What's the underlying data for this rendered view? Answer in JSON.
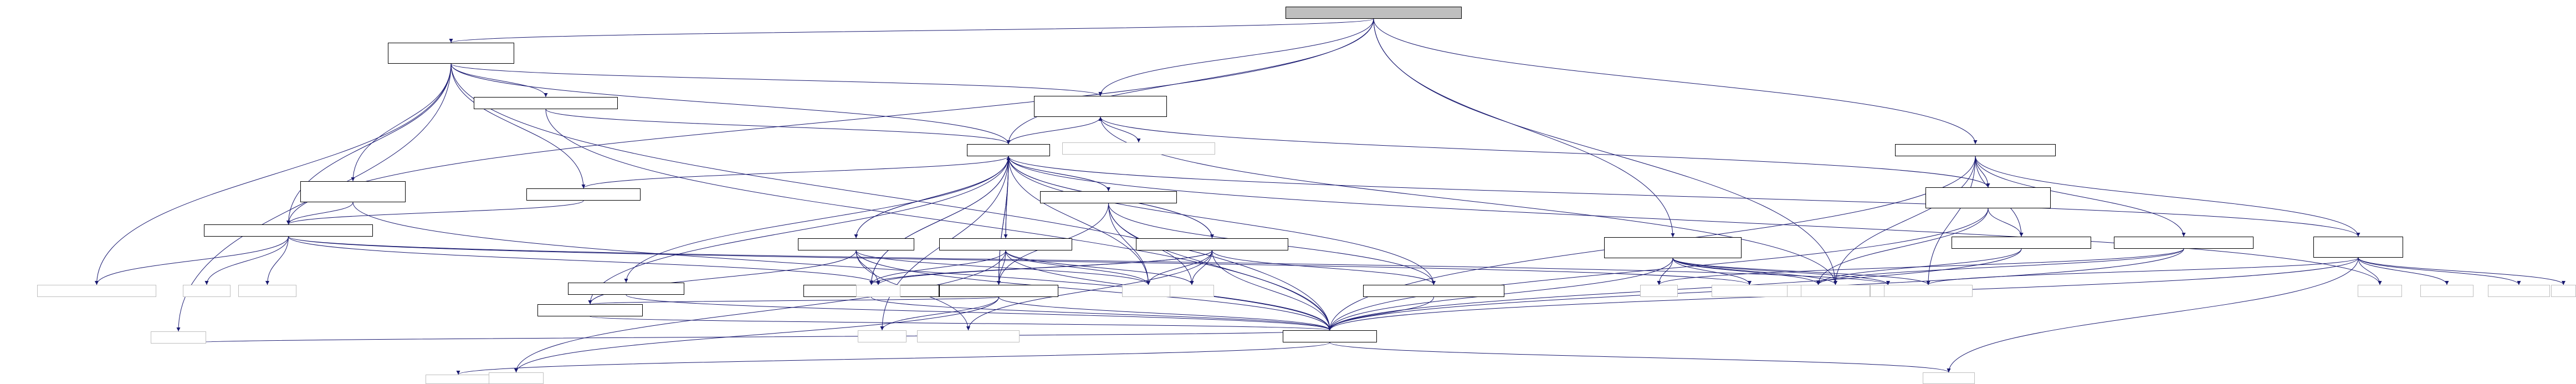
{
  "graph": {
    "colors": {
      "edge": "#191970",
      "root_fill": "#bfbfbf",
      "doc_border": "#000000",
      "ext_border": "#bfbfbf",
      "background": "#ffffff"
    },
    "nodes": [
      {
        "id": "n0",
        "kind": "root",
        "label": ""
      },
      {
        "id": "n1",
        "kind": "doc",
        "label": ""
      },
      {
        "id": "n2",
        "kind": "doc",
        "label": ""
      },
      {
        "id": "n3",
        "kind": "doc",
        "label": ""
      },
      {
        "id": "n4",
        "kind": "doc",
        "label": ""
      },
      {
        "id": "n5",
        "kind": "doc",
        "label": ""
      },
      {
        "id": "n6",
        "kind": "doc",
        "label": ""
      },
      {
        "id": "n7",
        "kind": "doc",
        "label": ""
      },
      {
        "id": "n8",
        "kind": "doc",
        "label": ""
      },
      {
        "id": "n9",
        "kind": "doc",
        "label": ""
      },
      {
        "id": "n10",
        "kind": "doc",
        "label": ""
      },
      {
        "id": "n11",
        "kind": "doc",
        "label": ""
      },
      {
        "id": "n12",
        "kind": "doc",
        "label": ""
      },
      {
        "id": "n13",
        "kind": "doc",
        "label": ""
      },
      {
        "id": "n14",
        "kind": "doc",
        "label": ""
      },
      {
        "id": "n15",
        "kind": "doc",
        "label": ""
      },
      {
        "id": "n16",
        "kind": "doc",
        "label": ""
      },
      {
        "id": "n17",
        "kind": "doc",
        "label": ""
      },
      {
        "id": "n18",
        "kind": "doc",
        "label": ""
      },
      {
        "id": "n19",
        "kind": "doc",
        "label": ""
      },
      {
        "id": "n20",
        "kind": "doc",
        "label": ""
      },
      {
        "id": "n21",
        "kind": "doc",
        "label": ""
      },
      {
        "id": "n22",
        "kind": "doc",
        "label": ""
      },
      {
        "id": "n23",
        "kind": "doc",
        "label": ""
      },
      {
        "id": "n24",
        "kind": "ext",
        "label": ""
      },
      {
        "id": "n25",
        "kind": "ext",
        "label": ""
      },
      {
        "id": "n26",
        "kind": "ext",
        "label": ""
      },
      {
        "id": "n27",
        "kind": "ext",
        "label": ""
      },
      {
        "id": "n28",
        "kind": "ext",
        "label": ""
      },
      {
        "id": "n29",
        "kind": "ext",
        "label": ""
      },
      {
        "id": "n30",
        "kind": "ext",
        "label": ""
      },
      {
        "id": "n31",
        "kind": "ext",
        "label": ""
      },
      {
        "id": "n32",
        "kind": "ext",
        "label": ""
      },
      {
        "id": "n33",
        "kind": "ext",
        "label": ""
      },
      {
        "id": "n34",
        "kind": "ext",
        "label": ""
      },
      {
        "id": "n35",
        "kind": "ext",
        "label": ""
      },
      {
        "id": "n36",
        "kind": "ext",
        "label": ""
      },
      {
        "id": "n37",
        "kind": "ext",
        "label": ""
      },
      {
        "id": "n38",
        "kind": "ext",
        "label": ""
      },
      {
        "id": "n39",
        "kind": "ext",
        "label": ""
      },
      {
        "id": "n40",
        "kind": "ext",
        "label": ""
      },
      {
        "id": "n41",
        "kind": "ext",
        "label": ""
      },
      {
        "id": "n42",
        "kind": "ext",
        "label": ""
      },
      {
        "id": "n43",
        "kind": "ext",
        "label": ""
      },
      {
        "id": "n44",
        "kind": "ext",
        "label": ""
      },
      {
        "id": "n45",
        "kind": "ext",
        "label": ""
      },
      {
        "id": "n46",
        "kind": "ext",
        "label": ""
      },
      {
        "id": "n47",
        "kind": "ext",
        "label": ""
      }
    ],
    "edges": [
      [
        "n0",
        "n1"
      ],
      [
        "n0",
        "n7"
      ],
      [
        "n0",
        "n4"
      ],
      [
        "n0",
        "n10"
      ],
      [
        "n0",
        "n3"
      ],
      [
        "n0",
        "n15"
      ],
      [
        "n0",
        "n43"
      ],
      [
        "n1",
        "n2"
      ],
      [
        "n1",
        "n3"
      ],
      [
        "n1",
        "n4"
      ],
      [
        "n1",
        "n5"
      ],
      [
        "n1",
        "n6"
      ],
      [
        "n1",
        "n7"
      ],
      [
        "n1",
        "n26"
      ],
      [
        "n1",
        "n29"
      ],
      [
        "n1",
        "n9"
      ],
      [
        "n2",
        "n4"
      ],
      [
        "n2",
        "n9"
      ],
      [
        "n3",
        "n4"
      ],
      [
        "n3",
        "n24"
      ],
      [
        "n3",
        "n25"
      ],
      [
        "n3",
        "n43"
      ],
      [
        "n4",
        "n8"
      ],
      [
        "n4",
        "n11"
      ],
      [
        "n4",
        "n12"
      ],
      [
        "n4",
        "n13"
      ],
      [
        "n4",
        "n14"
      ],
      [
        "n4",
        "n16"
      ],
      [
        "n4",
        "n17"
      ],
      [
        "n4",
        "n30"
      ],
      [
        "n4",
        "n31"
      ],
      [
        "n4",
        "n39"
      ],
      [
        "n5",
        "n7"
      ],
      [
        "n5",
        "n9"
      ],
      [
        "n6",
        "n7"
      ],
      [
        "n6",
        "n4"
      ],
      [
        "n7",
        "n26"
      ],
      [
        "n7",
        "n27"
      ],
      [
        "n7",
        "n28"
      ],
      [
        "n7",
        "n44"
      ],
      [
        "n7",
        "n45"
      ],
      [
        "n7",
        "n32"
      ],
      [
        "n8",
        "n9"
      ],
      [
        "n9",
        "n29"
      ],
      [
        "n9",
        "n33"
      ],
      [
        "n9",
        "n47"
      ],
      [
        "n11",
        "n4"
      ],
      [
        "n11",
        "n18"
      ],
      [
        "n11",
        "n9"
      ],
      [
        "n11",
        "n31"
      ],
      [
        "n11",
        "n32"
      ],
      [
        "n11",
        "n35"
      ],
      [
        "n12",
        "n4"
      ],
      [
        "n12",
        "n17"
      ],
      [
        "n12",
        "n9"
      ],
      [
        "n12",
        "n34"
      ],
      [
        "n12",
        "n31"
      ],
      [
        "n12",
        "n16"
      ],
      [
        "n12",
        "n36"
      ],
      [
        "n13",
        "n4"
      ],
      [
        "n13",
        "n17"
      ],
      [
        "n13",
        "n9"
      ],
      [
        "n13",
        "n31"
      ],
      [
        "n13",
        "n34"
      ],
      [
        "n13",
        "n19"
      ],
      [
        "n14",
        "n4"
      ],
      [
        "n14",
        "n9"
      ],
      [
        "n14",
        "n31"
      ],
      [
        "n14",
        "n32"
      ],
      [
        "n14",
        "n34"
      ],
      [
        "n14",
        "n16"
      ],
      [
        "n14",
        "n35"
      ],
      [
        "n14",
        "n19"
      ],
      [
        "n16",
        "n4"
      ],
      [
        "n16",
        "n9"
      ],
      [
        "n17",
        "n4"
      ],
      [
        "n17",
        "n9"
      ],
      [
        "n17",
        "n18"
      ],
      [
        "n17",
        "n30"
      ],
      [
        "n17",
        "n36"
      ],
      [
        "n18",
        "n4"
      ],
      [
        "n18",
        "n9"
      ],
      [
        "n19",
        "n4"
      ],
      [
        "n19",
        "n9"
      ],
      [
        "n15",
        "n20"
      ],
      [
        "n15",
        "n21"
      ],
      [
        "n15",
        "n22"
      ],
      [
        "n15",
        "n23"
      ],
      [
        "n15",
        "n9"
      ],
      [
        "n15",
        "n43"
      ],
      [
        "n15",
        "n46"
      ],
      [
        "n20",
        "n9"
      ],
      [
        "n20",
        "n3"
      ],
      [
        "n20",
        "n21"
      ],
      [
        "n20",
        "n38"
      ],
      [
        "n21",
        "n9"
      ],
      [
        "n21",
        "n38"
      ],
      [
        "n22",
        "n9"
      ],
      [
        "n22",
        "n37"
      ],
      [
        "n22",
        "n38"
      ],
      [
        "n23",
        "n9"
      ],
      [
        "n23",
        "n40"
      ],
      [
        "n23",
        "n41"
      ],
      [
        "n23",
        "n42"
      ],
      [
        "n23",
        "n46"
      ],
      [
        "n23",
        "n39"
      ],
      [
        "n23",
        "n47"
      ],
      [
        "n23",
        "n4"
      ],
      [
        "n10",
        "n9"
      ],
      [
        "n10",
        "n37"
      ],
      [
        "n10",
        "n38"
      ],
      [
        "n10",
        "n43"
      ],
      [
        "n10",
        "n44"
      ],
      [
        "n10",
        "n45"
      ],
      [
        "n10",
        "n46"
      ]
    ]
  }
}
